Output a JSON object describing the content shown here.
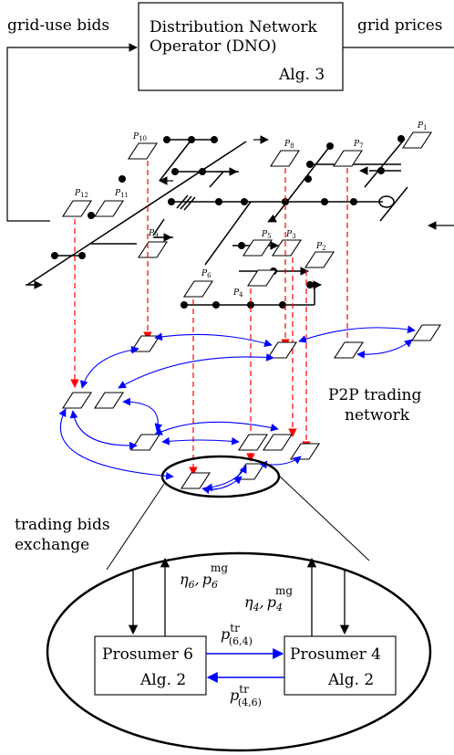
{
  "labels": {
    "grid_use_bids": "grid-use bids",
    "grid_prices": "grid prices",
    "dno_line1": "Distribution Network",
    "dno_line2": "Operator (DNO)",
    "dno_alg": "Alg. 3",
    "p2p_line1": "P2P trading",
    "p2p_line2": "network",
    "exchange_line1": "trading bids",
    "exchange_line2": "exchange",
    "prosumer6": "Prosumer 6",
    "prosumer4": "Prosumer 4",
    "alg2": "Alg. 2"
  },
  "math": {
    "eta6_p6": "η₆, p₆^mg",
    "eta4_p4": "η₄, p₄^mg",
    "p_tr_64": "p^tr_(6,4)",
    "p_tr_46": "p^tr_(4,6)"
  },
  "math_parts": {
    "eta": "η",
    "p": "p",
    "comma": ",",
    "mg": "mg",
    "tr": "tr",
    "i6": "6",
    "i4": "4",
    "pair64": "(6,4)",
    "pair46": "(4,6)"
  },
  "prosumer_labels": {
    "p1": "1",
    "p2": "2",
    "p3": "3",
    "p4": "4",
    "p5": "5",
    "p6": "6",
    "p7": "7",
    "p8": "8",
    "p9": "9",
    "p10": "10",
    "p11": "11",
    "p12": "12",
    "letter": "P"
  },
  "colors": {
    "line": "#000000",
    "p2p_link": "#0000ff",
    "projection": "#ff0000"
  }
}
